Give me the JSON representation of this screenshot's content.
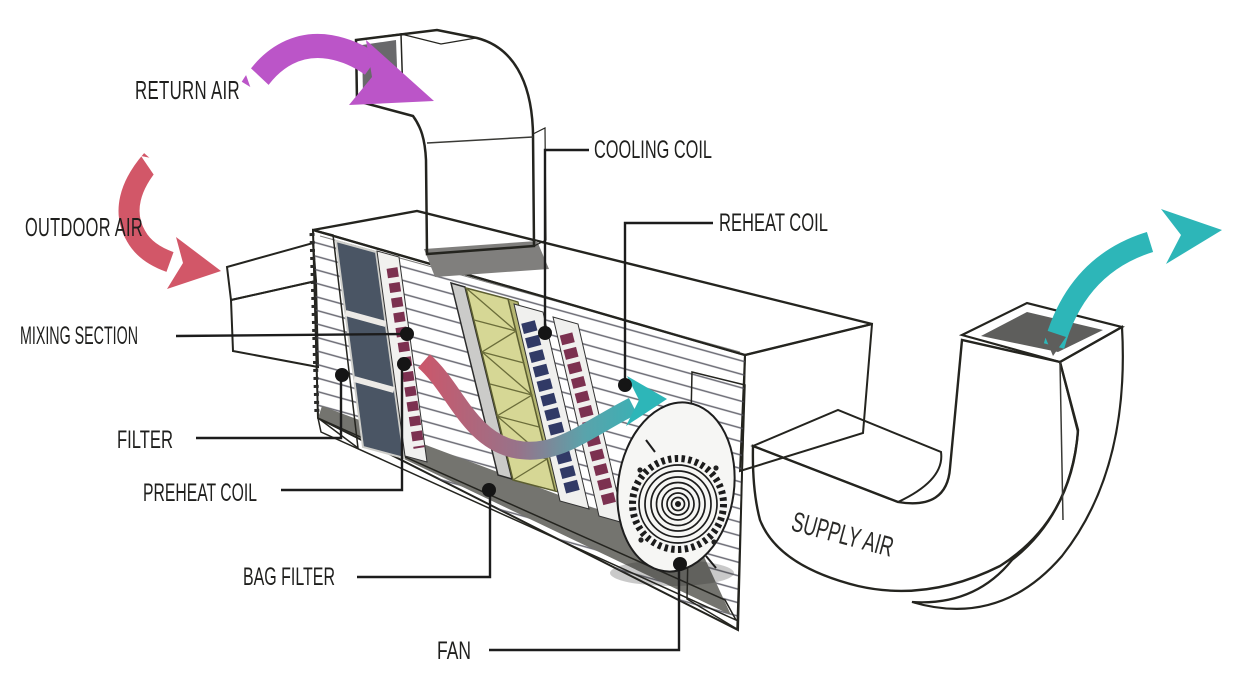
{
  "diagram": {
    "labels": {
      "return_air": "RETURN AIR",
      "outdoor_air": "OUTDOOR AIR",
      "mixing_section": "MIXING SECTION",
      "filter": "FILTER",
      "preheat_coil": "PREHEAT COIL",
      "bag_filter": "BAG FILTER",
      "fan": "FAN",
      "cooling_coil": "COOLING COIL",
      "reheat_coil": "REHEAT COIL",
      "supply_air": "SUPPLY AIR"
    },
    "colors": {
      "background": "#ffffff",
      "outline": "#24241f",
      "label_text": "#1f1f1d",
      "return_air_arrow": "#bb55c8",
      "outdoor_air_arrow": "#d25768",
      "supply_air_arrow": "#2db6b8",
      "mixed_flow_start": "#c9586c",
      "mixed_flow_end": "#2db6b8",
      "casing": "#c9c9c7",
      "casing_top": "#959593",
      "filter_panel": "#4a5564",
      "bag_filter": "#d6d795",
      "cooling_coil": "#313a66",
      "heating_coil": "#7c3150"
    }
  }
}
